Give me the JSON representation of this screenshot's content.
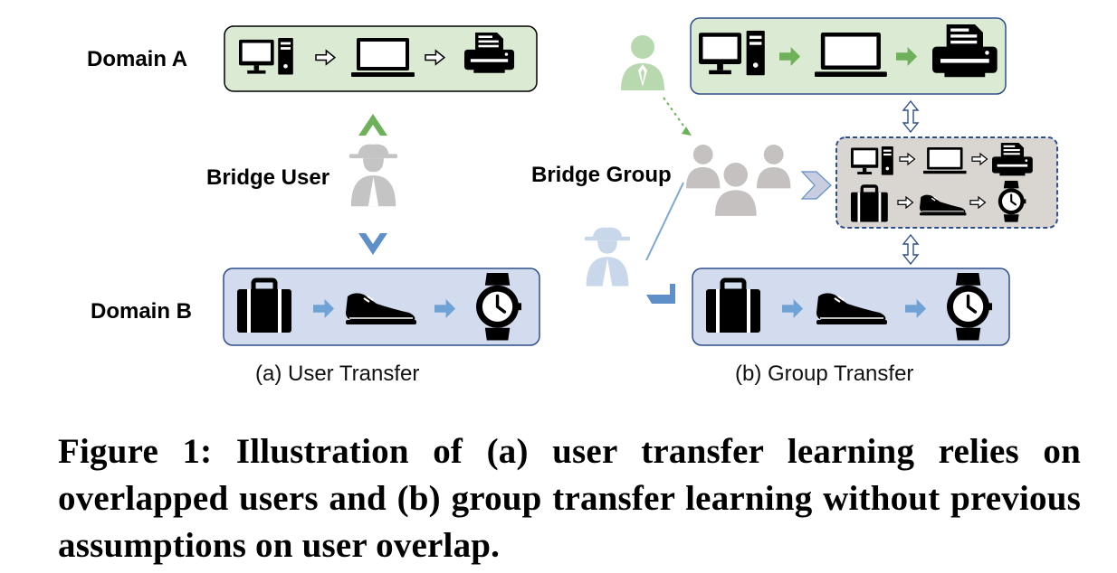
{
  "left_panel": {
    "domain_a_label": "Domain A",
    "domain_b_label": "Domain B",
    "bridge_label": "Bridge User",
    "subcaption": "(a) User Transfer"
  },
  "right_panel": {
    "bridge_label": "Bridge Group",
    "subcaption": "(b) Group Transfer"
  },
  "domain_a_items": [
    "desktop-icon",
    "laptop-icon",
    "printer-icon"
  ],
  "domain_b_items": [
    "suitcase-icon",
    "shoe-icon",
    "watch-icon"
  ],
  "caption": "Figure 1: Illustration of (a) user transfer learning relies on overlapped users and (b) group transfer learning without previous assumptions on user overlap.",
  "colors": {
    "domain_a_fill": "#dbead2",
    "domain_b_fill": "#d3dbee",
    "shared_fill": "#d9d6d2",
    "box_stroke": "#2f4f8a",
    "green_arrow": "#6fb05a",
    "blue_arrow": "#6fa3d6",
    "gray_person": "#c0bfbf",
    "pale_green_person": "#b8d8b0",
    "pale_blue_person": "#c8d8ea"
  }
}
